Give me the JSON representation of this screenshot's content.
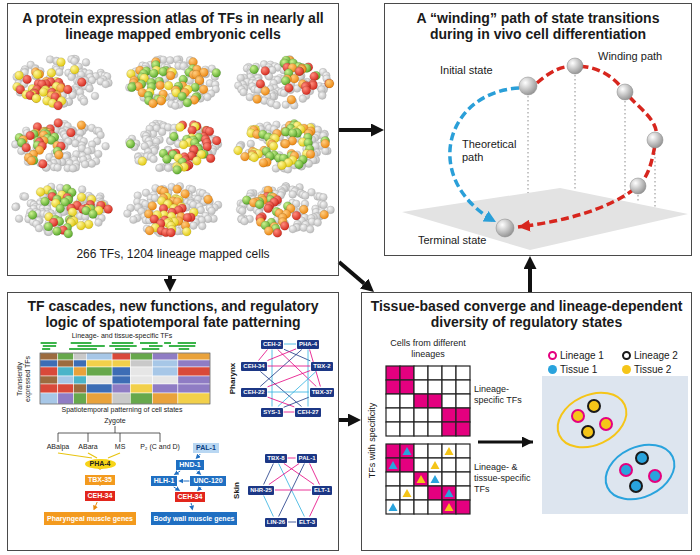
{
  "diagram": {
    "nodes": [
      {
        "text": [
          "A protein expression atlas of TFs in nearly all lineage mapped embryonic cells",
          "266 TFs, 1204 lineage mapped cells"
        ]
      },
      {
        "text": [
          "A “winding” path of state transitions during in vivo cell differentiation"
        ]
      },
      {
        "text": [
          "TF cascades, new functions, and regulatory logic of spatiotemporal fate patterning"
        ]
      },
      {
        "text": [
          "Tissue-based converge and lineage-dependent diversity of regulatory states"
        ]
      },
      {
        "text": [
          "CEH-2"
        ],
        "in": 2
      },
      {
        "text": [
          "PHA-4"
        ],
        "in": 2
      },
      {
        "text": [
          "CEH-34"
        ],
        "in": 2
      },
      {
        "text": [
          "TBX-2"
        ],
        "in": 2
      },
      {
        "text": [
          "CEH-22"
        ],
        "in": 2
      },
      {
        "text": [
          "TBX-37"
        ],
        "in": 2
      },
      {
        "text": [
          "SYS-1"
        ],
        "in": 2
      },
      {
        "text": [
          "CEH-27"
        ],
        "in": 2
      },
      {
        "text": [
          "TBX-8"
        ],
        "in": 2
      },
      {
        "text": [
          "PAL-1"
        ],
        "in": 2
      },
      {
        "text": [
          "NHR-25"
        ],
        "in": 2
      },
      {
        "text": [
          "ELT-1"
        ],
        "in": 2
      },
      {
        "text": [
          "LIN-26"
        ],
        "in": 2
      },
      {
        "text": [
          "ELT-3"
        ],
        "in": 2
      },
      {
        "text": [
          "PHA-4"
        ],
        "in": 2
      },
      {
        "text": [
          "TBX-35"
        ],
        "in": 2
      },
      {
        "text": [
          "CEH-34"
        ],
        "in": 2
      },
      {
        "text": [
          "Pharyngeal muscle genes"
        ],
        "in": 2
      },
      {
        "text": [
          "PAL-1"
        ],
        "in": 2
      },
      {
        "text": [
          "HND-1"
        ],
        "in": 2
      },
      {
        "text": [
          "HLH-1"
        ],
        "in": 2
      },
      {
        "text": [
          "UNC-120"
        ],
        "in": 2
      },
      {
        "text": [
          "CEH-34"
        ],
        "in": 2
      },
      {
        "text": [
          "Body wall muscle genes"
        ],
        "in": 2
      }
    ],
    "edges": [
      {
        "from": 0,
        "to": 1,
        "arrow": "to"
      },
      {
        "from": 0,
        "to": 2,
        "arrow": "to"
      },
      {
        "from": 0,
        "to": 3,
        "arrow": "to"
      },
      {
        "from": 2,
        "to": 3,
        "arrow": "to"
      },
      {
        "from": 3,
        "to": 1,
        "arrow": "to"
      },
      {
        "from": 4,
        "to": 5,
        "arrow": "none"
      },
      {
        "from": 4,
        "to": 6,
        "arrow": "none"
      },
      {
        "from": 4,
        "to": 7,
        "arrow": "none"
      },
      {
        "from": 4,
        "to": 9,
        "arrow": "none"
      },
      {
        "from": 4,
        "to": 10,
        "arrow": "none"
      },
      {
        "from": 5,
        "to": 6,
        "arrow": "none"
      },
      {
        "from": 5,
        "to": 8,
        "arrow": "none"
      },
      {
        "from": 5,
        "to": 9,
        "arrow": "none"
      },
      {
        "from": 5,
        "to": 11,
        "arrow": "none"
      },
      {
        "from": 6,
        "to": 7,
        "arrow": "none"
      },
      {
        "from": 6,
        "to": 11,
        "arrow": "none"
      },
      {
        "from": 7,
        "to": 8,
        "arrow": "none"
      },
      {
        "from": 7,
        "to": 10,
        "arrow": "none"
      },
      {
        "from": 8,
        "to": 11,
        "arrow": "none"
      },
      {
        "from": 9,
        "to": 10,
        "arrow": "none"
      },
      {
        "from": 10,
        "to": 11,
        "arrow": "none"
      },
      {
        "from": 8,
        "to": 9,
        "arrow": "none"
      },
      {
        "from": 12,
        "to": 13,
        "arrow": "none"
      },
      {
        "from": 12,
        "to": 14,
        "arrow": "none"
      },
      {
        "from": 12,
        "to": 15,
        "arrow": "none"
      },
      {
        "from": 12,
        "to": 17,
        "arrow": "none"
      },
      {
        "from": 13,
        "to": 15,
        "arrow": "none"
      },
      {
        "from": 13,
        "to": 16,
        "arrow": "none"
      },
      {
        "from": 14,
        "to": 15,
        "arrow": "none"
      },
      {
        "from": 14,
        "to": 16,
        "arrow": "none"
      },
      {
        "from": 15,
        "to": 17,
        "arrow": "none"
      },
      {
        "from": 16,
        "to": 17,
        "arrow": "none"
      },
      {
        "from": 13,
        "to": 14,
        "arrow": "none"
      },
      {
        "from": 18,
        "to": 19,
        "arrow": "to"
      },
      {
        "from": 19,
        "to": 20,
        "arrow": "to"
      },
      {
        "from": 20,
        "to": 21,
        "arrow": "to"
      },
      {
        "from": 22,
        "to": 23,
        "arrow": "to"
      },
      {
        "from": 23,
        "to": 24,
        "arrow": "to"
      },
      {
        "from": 23,
        "to": 25,
        "arrow": "to"
      },
      {
        "from": 25,
        "to": 24,
        "arrow": "to"
      },
      {
        "from": 24,
        "to": 26,
        "arrow": "to"
      },
      {
        "from": 25,
        "to": 26,
        "arrow": "to"
      },
      {
        "from": 26,
        "to": 27,
        "arrow": "to"
      }
    ],
    "labels": [
      "Initial state",
      "Winding path",
      "Theoretical path",
      "Terminal state",
      "Lineage- and tissue-specific TFs",
      "Transiently expressed TFs",
      "Spatiotemporal patterning of cell states",
      "Pharynx",
      "Skin",
      "Zygote",
      "ABalpa",
      "ABara",
      "MS",
      "P₂ (C and D)",
      "Cells from different lineages",
      "TFs with specificity",
      "Lineage-specific TFs",
      "Lineage- & tissue-specific TFs"
    ],
    "legend": [
      {
        "text": "Lineage 1",
        "color": "#e4007f"
      },
      {
        "text": "Lineage 2",
        "color": "#1a1a1a"
      },
      {
        "text": "Tissue 1",
        "color": "#29a3dd"
      },
      {
        "text": "Tissue 2",
        "color": "#f5c518"
      }
    ]
  }
}
